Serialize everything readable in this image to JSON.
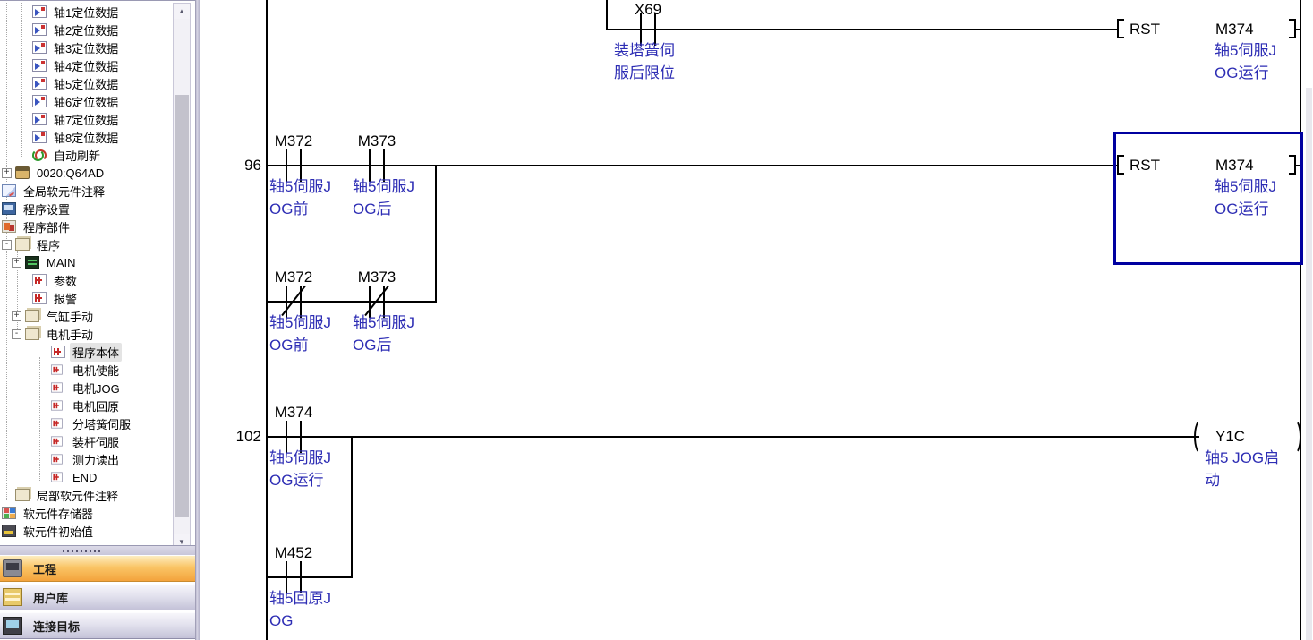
{
  "colors": {
    "comment_blue": "#2d2db4",
    "selection_navy": "#0000a0",
    "active_nav_orange": "#f3a33c",
    "nav_gradient_gray": "#c4c2d8"
  },
  "sidebar": {
    "tree": {
      "items": [
        {
          "label": "轴1定位数据",
          "icon": "positioning-data",
          "depth": 2
        },
        {
          "label": "轴2定位数据",
          "icon": "positioning-data",
          "depth": 2
        },
        {
          "label": "轴3定位数据",
          "icon": "positioning-data",
          "depth": 2
        },
        {
          "label": "轴4定位数据",
          "icon": "positioning-data",
          "depth": 2
        },
        {
          "label": "轴5定位数据",
          "icon": "positioning-data",
          "depth": 2
        },
        {
          "label": "轴6定位数据",
          "icon": "positioning-data",
          "depth": 2
        },
        {
          "label": "轴7定位数据",
          "icon": "positioning-data",
          "depth": 2
        },
        {
          "label": "轴8定位数据",
          "icon": "positioning-data",
          "depth": 2
        },
        {
          "label": "自动刷新",
          "icon": "auto-refresh",
          "depth": 2
        },
        {
          "label": "0020:Q64AD",
          "icon": "module",
          "depth": 1,
          "expander": "+"
        },
        {
          "label": "全局软元件注释",
          "icon": "global-comment",
          "depth": 0
        },
        {
          "label": "程序设置",
          "icon": "program-setting",
          "depth": 0
        },
        {
          "label": "程序部件",
          "icon": "program-parts",
          "depth": 0
        },
        {
          "label": "程序",
          "icon": "program-pou",
          "depth": 1,
          "expander": "-"
        },
        {
          "label": "MAIN",
          "icon": "main-program",
          "depth": 2,
          "expander": "+"
        },
        {
          "label": "参数",
          "icon": "ladder-program",
          "depth": 2
        },
        {
          "label": "报警",
          "icon": "ladder-program",
          "depth": 2
        },
        {
          "label": "气缸手动",
          "icon": "program-folder",
          "depth": 2,
          "expander": "+"
        },
        {
          "label": "电机手动",
          "icon": "program-folder",
          "depth": 2,
          "expander": "-"
        },
        {
          "label": "程序本体",
          "icon": "ladder-program",
          "depth": 3,
          "selected": true
        },
        {
          "label": "电机使能",
          "icon": "ladder-program-small",
          "depth": 3
        },
        {
          "label": "电机JOG",
          "icon": "ladder-program-small",
          "depth": 3
        },
        {
          "label": "电机回原",
          "icon": "ladder-program-small",
          "depth": 3
        },
        {
          "label": "分塔簧伺服",
          "icon": "ladder-program-small",
          "depth": 3
        },
        {
          "label": "装杆伺服",
          "icon": "ladder-program-small",
          "depth": 3
        },
        {
          "label": "测力读出",
          "icon": "ladder-program-small",
          "depth": 3
        },
        {
          "label": "END",
          "icon": "ladder-program-small",
          "depth": 3
        },
        {
          "label": "局部软元件注释",
          "icon": "local-comment",
          "depth": 1
        },
        {
          "label": "软元件存储器",
          "icon": "device-memory",
          "depth": 0
        },
        {
          "label": "软元件初始值",
          "icon": "device-initial-value",
          "depth": 0
        }
      ],
      "scroll_up_glyph": "▲",
      "scroll_down_glyph": "▼"
    },
    "nav_buttons": [
      {
        "label": "工程",
        "icon": "project",
        "active": true
      },
      {
        "label": "用户库",
        "icon": "user-library",
        "active": false
      },
      {
        "label": "连接目标",
        "icon": "connection-destination",
        "active": false
      }
    ]
  },
  "ladder": {
    "rungs": [
      {
        "step": "",
        "contacts": [
          {
            "device": "X69",
            "kind": "no",
            "comment_line1": "装塔簧伺",
            "comment_line2": "服后限位"
          }
        ],
        "instruction": {
          "mnemonic": "RST",
          "operand": "M374",
          "comment_line1": "轴5伺服J",
          "comment_line2": "OG运行"
        }
      },
      {
        "step": "96",
        "contacts": [
          {
            "device": "M372",
            "kind": "no",
            "comment_line1": "轴5伺服J",
            "comment_line2": "OG前"
          },
          {
            "device": "M373",
            "kind": "no",
            "comment_line1": "轴5伺服J",
            "comment_line2": "OG后"
          },
          {
            "device": "M372",
            "kind": "nc",
            "comment_line1": "轴5伺服J",
            "comment_line2": "OG前"
          },
          {
            "device": "M373",
            "kind": "nc",
            "comment_line1": "轴5伺服J",
            "comment_line2": "OG后"
          }
        ],
        "instruction": {
          "mnemonic": "RST",
          "operand": "M374",
          "comment_line1": "轴5伺服J",
          "comment_line2": "OG运行",
          "selected": true
        }
      },
      {
        "step": "102",
        "contacts": [
          {
            "device": "M374",
            "kind": "no",
            "comment_line1": "轴5伺服J",
            "comment_line2": "OG运行"
          },
          {
            "device": "M452",
            "kind": "no",
            "comment_line1": "轴5回原J",
            "comment_line2": "OG"
          }
        ],
        "coil": {
          "device": "Y1C",
          "comment_line1": "轴5 JOG启",
          "comment_line2": "动"
        }
      }
    ]
  }
}
